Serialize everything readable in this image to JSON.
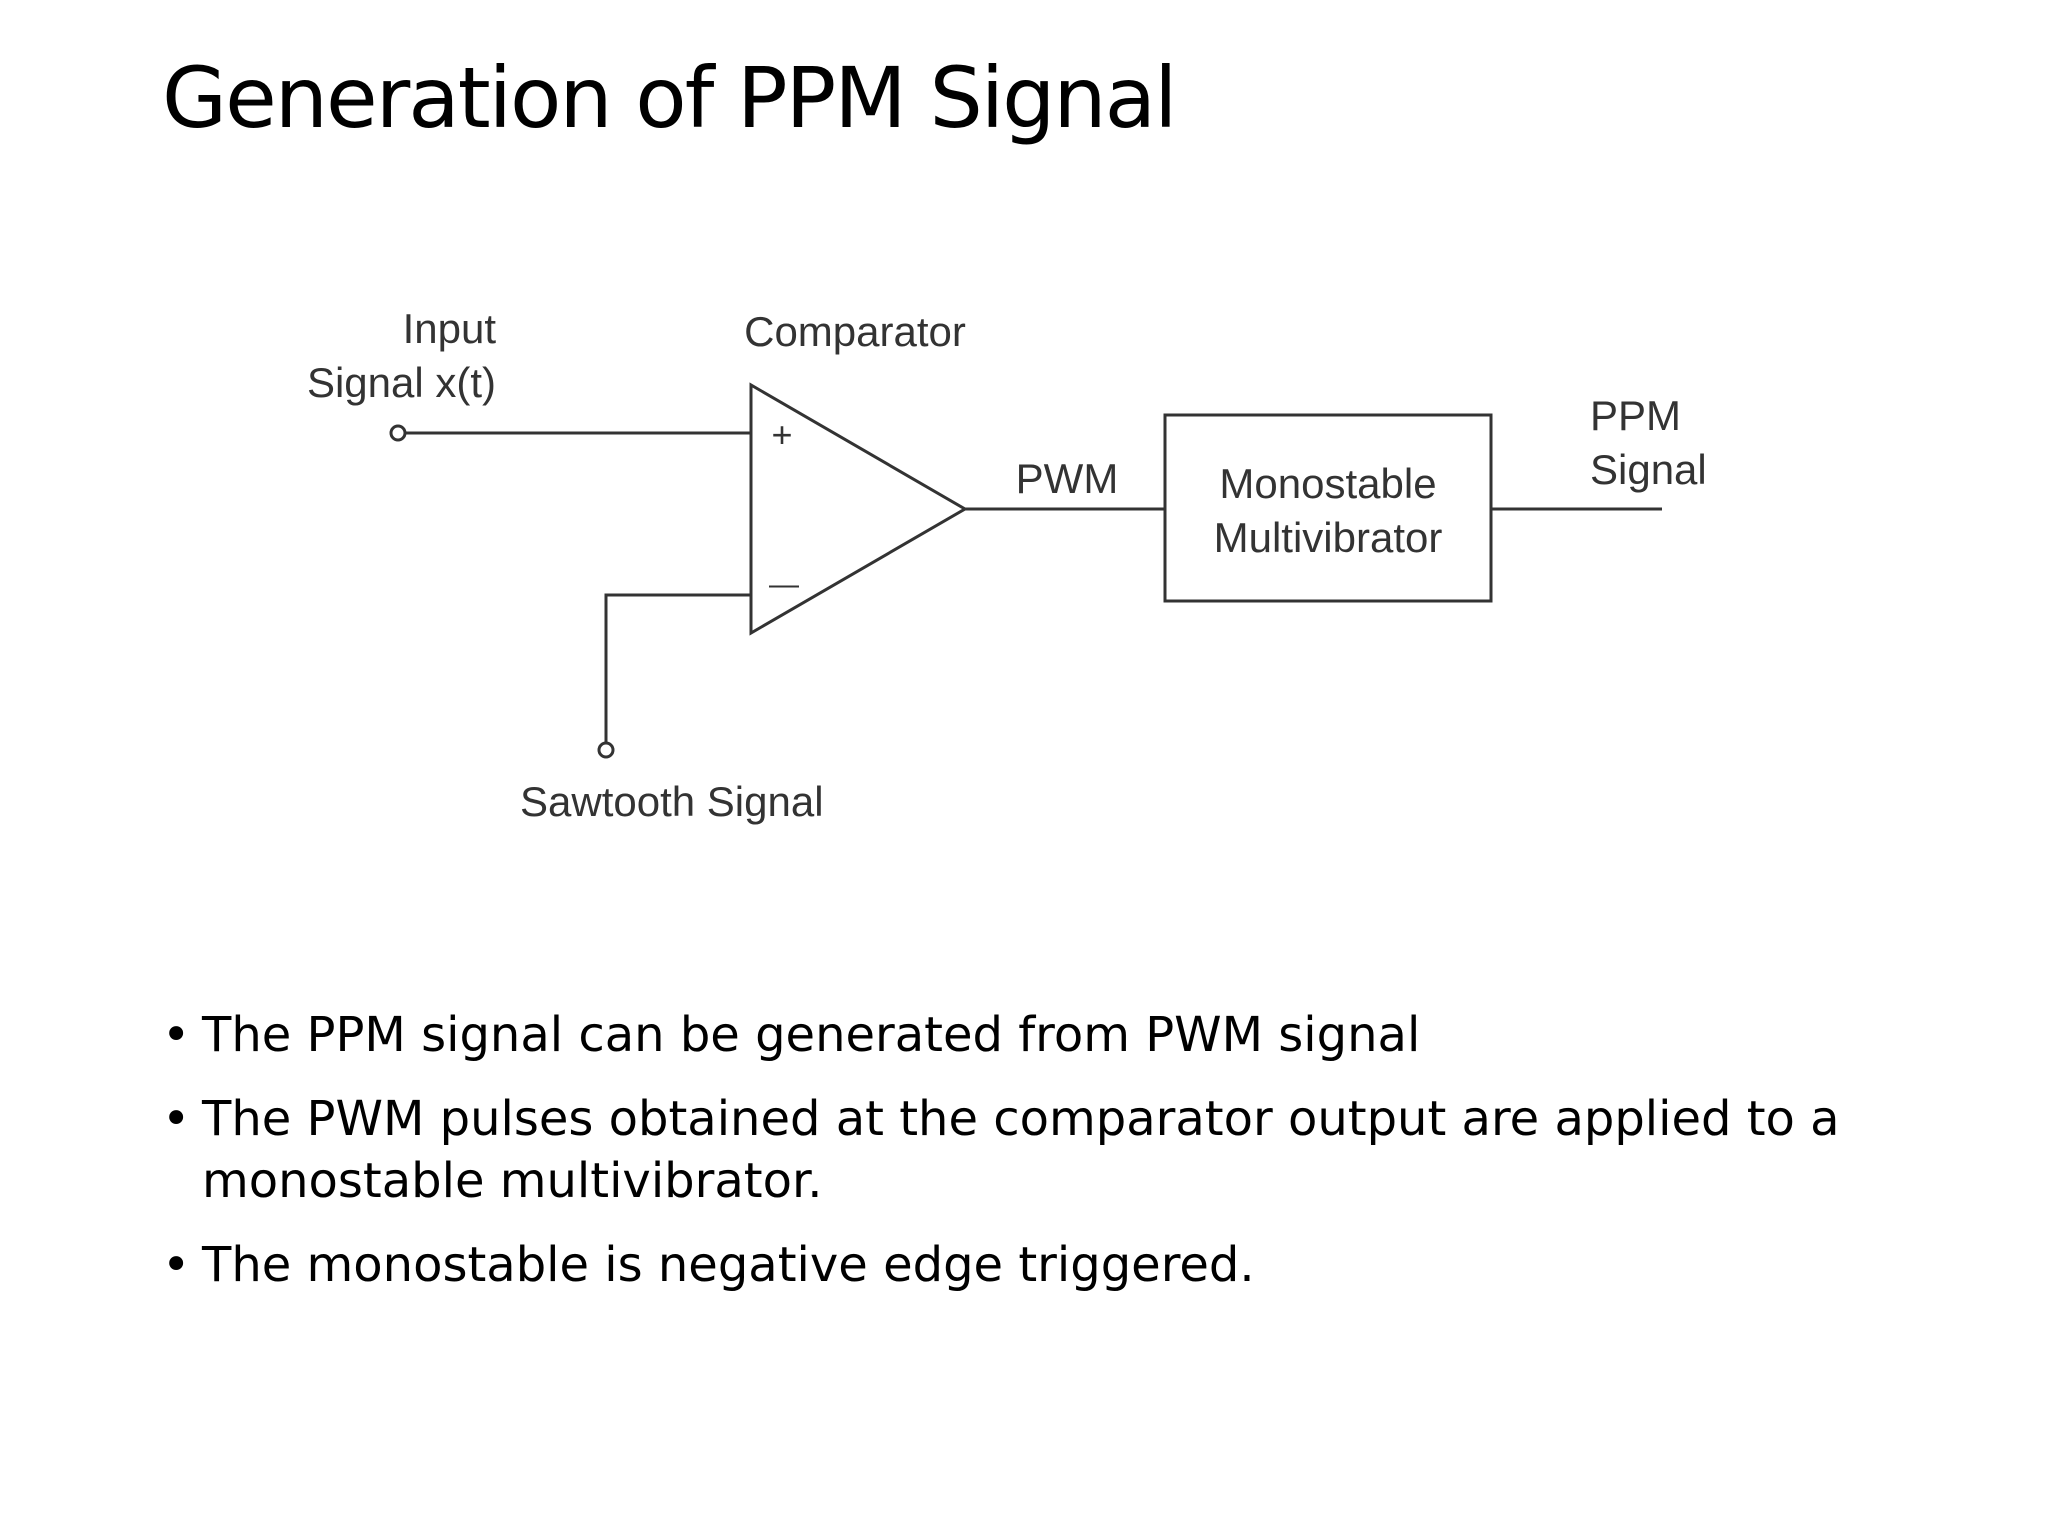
{
  "slide": {
    "title": "Generation of PPM Signal"
  },
  "diagram": {
    "input_label_line1": "Input",
    "input_label_line2": "Signal x(t)",
    "comparator_label": "Comparator",
    "plus_sign": "+",
    "minus_sign": "—",
    "pwm_label": "PWM",
    "block_line1": "Monostable",
    "block_line2": "Multivibrator",
    "output_label_line1": "PPM",
    "output_label_line2": "Signal",
    "sawtooth_label": "Sawtooth Signal"
  },
  "bullets": [
    {
      "dot": "•",
      "text": "The PPM signal can be generated from PWM signal"
    },
    {
      "dot": "•",
      "text": "The PWM pulses obtained at the comparator output are applied to a monostable multivibrator."
    },
    {
      "dot": "•",
      "text": "The monostable is negative edge triggered."
    }
  ]
}
